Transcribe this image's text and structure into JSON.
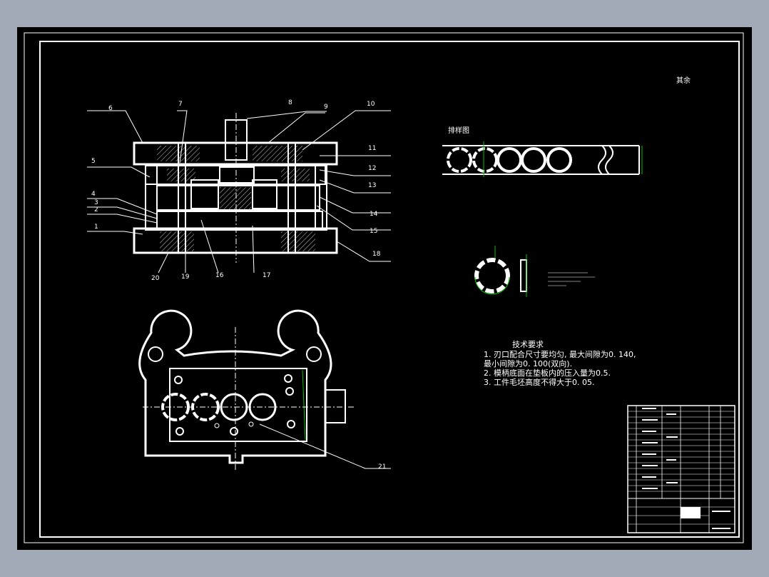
{
  "drawing": {
    "corner_note": "其余",
    "strip_layout_title": "排样图",
    "tech_requirements": {
      "title": "技术要求",
      "lines": [
        "1. 刃口配合尺寸要均匀, 最大间隙为0. 140,",
        "最小间隙为0. 100(双向).",
        "2. 模柄底面在垫板内的压入量为0.5.",
        "3. 工件毛坯高度不得大于0. 05."
      ]
    },
    "part_labels": [
      "1",
      "2",
      "3",
      "4",
      "5",
      "6",
      "7",
      "8",
      "9",
      "10",
      "11",
      "12",
      "13",
      "14",
      "15",
      "16",
      "17",
      "18",
      "19",
      "20",
      "21"
    ]
  },
  "colors": {
    "workspace_bg": "#a2aab7",
    "sheet_bg": "#000000",
    "line": "#ffffff",
    "dimension": "#00c000",
    "hatch": "#c8c8c8"
  }
}
